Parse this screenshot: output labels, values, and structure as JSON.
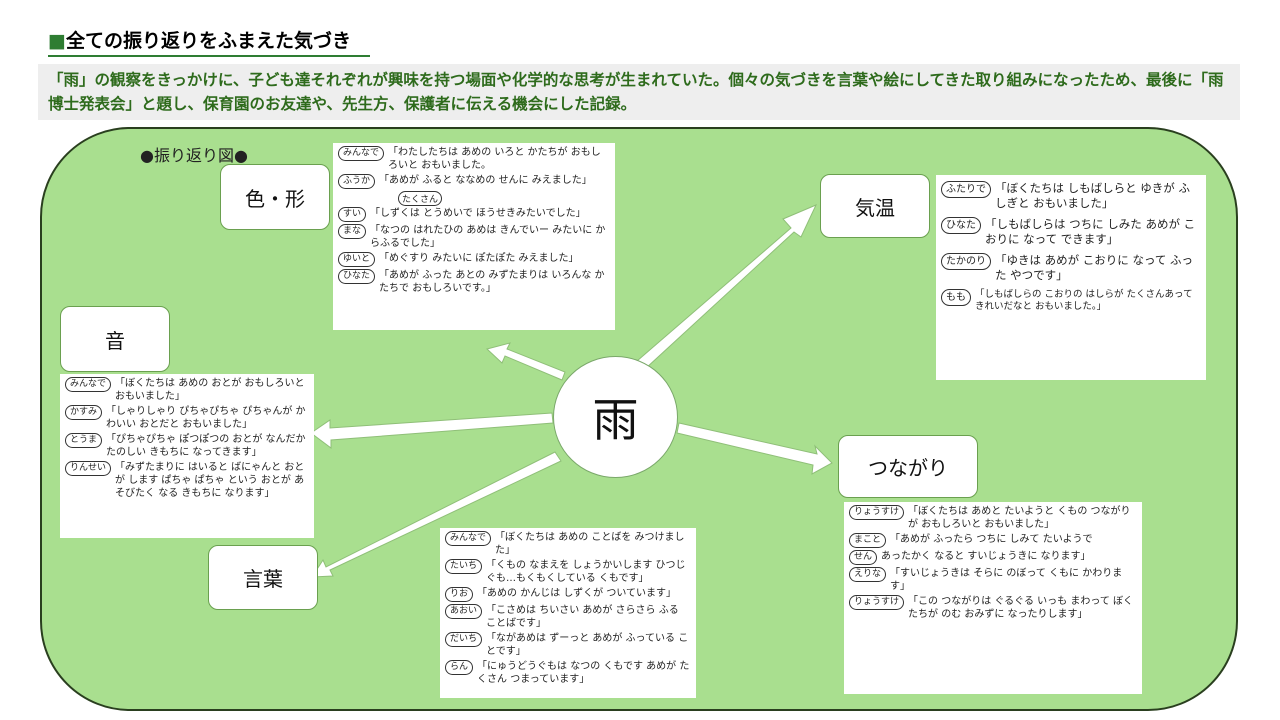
{
  "title": "全ての振り返りをふまえた気づき",
  "title_marker": "■",
  "summary": "「雨」の観察をきっかけに、子ども達それぞれが興味を持つ場面や化学的な思考が生まれていた。個々の気づきを言葉や絵にしてきた取り組みになったため、最後に「雨博士発表会」と題し、保育園のお友達や、先生方、保護者に伝える機会にした記録。",
  "diagram_label": "●振り返り図●",
  "center": "雨",
  "labels": {
    "iro": "色・形",
    "kion": "気温",
    "oto": "音",
    "tsunagari": "つながり",
    "kotoba": "言葉"
  },
  "panels": {
    "iro": [
      {
        "tag": "みんなで",
        "text": "「わたしたちは あめの いろと かたちが おもしろいと おもいました。"
      },
      {
        "tag": "ふうか",
        "text": "「あめが ふると ななめの せんに みえました」",
        "sub": "たくさん"
      },
      {
        "tag": "すい",
        "text": "「しずくは とうめいで ほうせきみたいでした」"
      },
      {
        "tag": "まな",
        "text": "「なつの はれたひの あめは きんでいー みたいに からふるでした」"
      },
      {
        "tag": "ゆいと",
        "text": "「めぐすり みたいに ぽたぽた みえました」"
      },
      {
        "tag": "ひなた",
        "text": "「あめが ふった あとの みずたまりは いろんな かたちで おもしろいです。」"
      }
    ],
    "kion": [
      {
        "tag": "ふたりで",
        "text": "「ぼくたちは しもばしらと ゆきが ふしぎと おもいました」"
      },
      {
        "tag": "ひなた",
        "text": "「しもばしらは つちに しみた あめが こおりに なって できます」"
      },
      {
        "tag": "たかのり",
        "text": "「ゆきは あめが こおりに なって ふった やつです」"
      },
      {
        "tag": "もも",
        "text": "「しもばしらの こおりの はしらが たくさんあって きれいだなと おもいました。」"
      }
    ],
    "oto": [
      {
        "tag": "みんなで",
        "text": "「ぼくたちは あめの おとが おもしろいと おもいました」"
      },
      {
        "tag": "かすみ",
        "text": "「しゃりしゃり ぴちゃぴちゃ ぴちゃんが かわいい おとだと おもいました」"
      },
      {
        "tag": "とうま",
        "text": "「ぴちゃぴちゃ ぽつぽつの おとが なんだか たのしい きもちに なってきます」"
      },
      {
        "tag": "りんせい",
        "text": "「みずたまりに はいると ばにゃんと おとが します ぱちゃ ぱちゃ という おとが あそびたく なる きもちに なります」"
      }
    ],
    "tsunagari": [
      {
        "tag": "りょうすけ",
        "text": "「ぼくたちは あめと たいようと くもの つながりが おもしろいと おもいました」"
      },
      {
        "tag": "まこと",
        "text": "「あめが ふったら つちに しみて たいようで"
      },
      {
        "tag": "せん",
        "text": "あったかく なると すいじょうきに なります」"
      },
      {
        "tag": "えりな",
        "text": "「すいじょうきは そらに のぼって くもに かわります」"
      },
      {
        "tag": "りょうすけ",
        "text": "「この つながりは ぐるぐる いっも まわって ぼくたちが のむ おみずに なったりします」"
      }
    ],
    "kotoba": [
      {
        "tag": "みんなで",
        "text": "「ぼくたちは あめの ことばを みつけました」"
      },
      {
        "tag": "たいち",
        "text": "「くもの なまえを しょうかいします ひつじぐも…もくもくしている くもです」"
      },
      {
        "tag": "りお",
        "text": "「あめの かんじは しずくが ついています」"
      },
      {
        "tag": "あおい",
        "text": "「こさめは ちいさい あめが さらさら ふる ことばです」"
      },
      {
        "tag": "だいち",
        "text": "「ながあめは ずーっと あめが ふっている ことです」"
      },
      {
        "tag": "らん",
        "text": "「にゅうどうぐもは なつの くもです あめが たくさん つまっています」"
      }
    ]
  },
  "colors": {
    "accent": "#2e7d32",
    "summary_text": "#2e6b1c",
    "arena_fill": "#a9df8f",
    "arena_border": "#2a3f1f"
  }
}
